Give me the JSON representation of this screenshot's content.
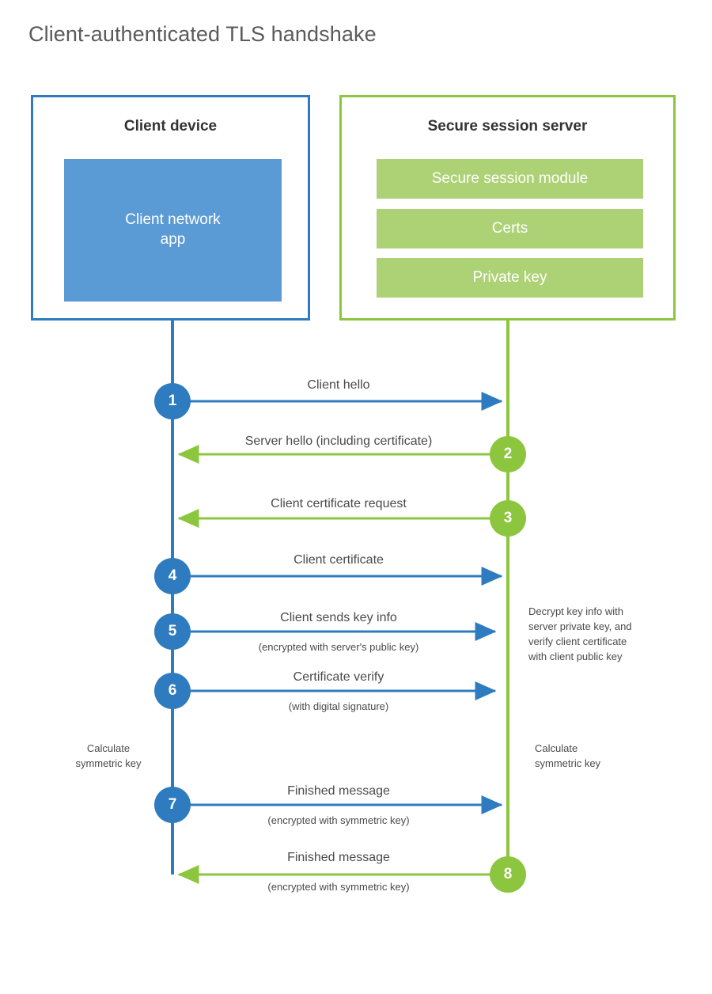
{
  "title": "Client-authenticated TLS handshake",
  "colors": {
    "client_accent": "#2E7CBF",
    "server_accent": "#8CC63E",
    "client_app_fill": "#5B9BD5",
    "server_bar_fill": "#ADD275",
    "text": "#4a4a4a",
    "heading": "#333333",
    "title": "#5a5a5a"
  },
  "client": {
    "title": "Client device",
    "app_label": "Client network\napp"
  },
  "server": {
    "title": "Secure session server",
    "components": [
      {
        "label": "Secure session module"
      },
      {
        "label": "Certs"
      },
      {
        "label": "Private key"
      }
    ]
  },
  "steps": [
    {
      "number": "1",
      "label": "Client hello",
      "sublabel": "",
      "direction": "client-to-server",
      "color": "blue"
    },
    {
      "number": "2",
      "label": "Server hello (including certificate)",
      "sublabel": "",
      "direction": "server-to-client",
      "color": "green"
    },
    {
      "number": "3",
      "label": "Client certificate request",
      "sublabel": "",
      "direction": "server-to-client",
      "color": "green"
    },
    {
      "number": "4",
      "label": "Client certificate",
      "sublabel": "",
      "direction": "client-to-server",
      "color": "blue"
    },
    {
      "number": "5",
      "label": "Client sends key info",
      "sublabel": "(encrypted with server's public key)",
      "direction": "client-to-server",
      "color": "blue"
    },
    {
      "number": "6",
      "label": "Certificate verify",
      "sublabel": "(with digital signature)",
      "direction": "client-to-server",
      "color": "blue"
    },
    {
      "number": "7",
      "label": "Finished message",
      "sublabel": "(encrypted with symmetric key)",
      "direction": "client-to-server",
      "color": "blue"
    },
    {
      "number": "8",
      "label": "Finished message",
      "sublabel": "(encrypted with symmetric key)",
      "direction": "server-to-client",
      "color": "green"
    }
  ],
  "notes": {
    "server_decrypt": "Decrypt key info with\nserver private key, and\nverify client certificate\nwith client public key",
    "client_calculate": "Calculate\nsymmetric key",
    "server_calculate": "Calculate\nsymmetric key"
  }
}
